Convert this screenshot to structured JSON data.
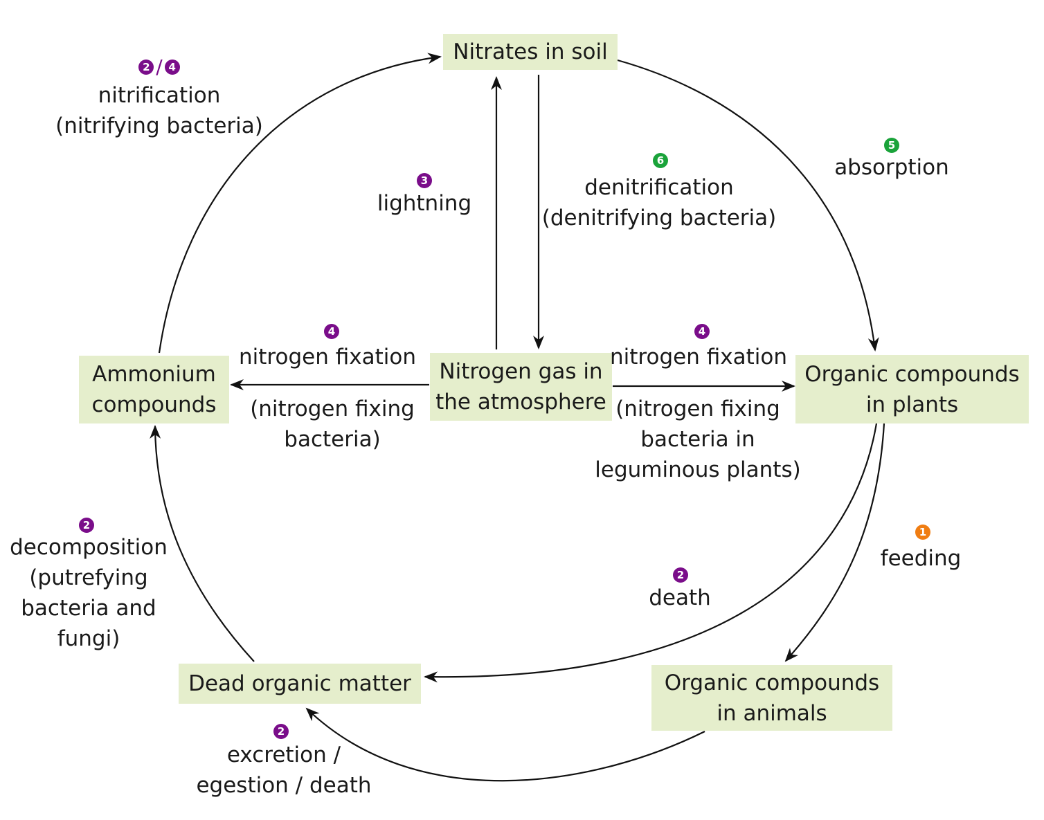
{
  "nodes": {
    "nitrates_soil": "Nitrates in soil",
    "nitrogen_gas": [
      "Nitrogen gas in",
      "the atmosphere"
    ],
    "ammonium": [
      "Ammonium",
      "compounds"
    ],
    "organic_plants": [
      "Organic compounds",
      "in plants"
    ],
    "organic_animals": [
      "Organic compounds",
      "in animals"
    ],
    "dead_matter": "Dead organic matter"
  },
  "processes": {
    "nitrification": {
      "badges": [
        "2",
        "4"
      ],
      "separator": "/",
      "lines": [
        "nitrification",
        "(nitrifying bacteria)"
      ]
    },
    "lightning": {
      "badge": "3",
      "lines": [
        "lightning"
      ]
    },
    "denitrification": {
      "badge": "6",
      "lines": [
        "denitrification",
        "(denitrifying bacteria)"
      ]
    },
    "absorption": {
      "badge": "5",
      "lines": [
        "absorption"
      ]
    },
    "fixation_left": {
      "badge": "4",
      "lines": [
        "nitrogen fixation"
      ],
      "sub": [
        "(nitrogen fixing",
        "bacteria)"
      ]
    },
    "fixation_right": {
      "badge": "4",
      "lines": [
        "nitrogen fixation"
      ],
      "sub": [
        "(nitrogen fixing",
        "bacteria in",
        "leguminous plants)"
      ]
    },
    "decomposition": {
      "badge": "2",
      "lines": [
        "decomposition",
        "(putrefying",
        "bacteria and",
        "fungi)"
      ]
    },
    "death": {
      "badge": "2",
      "lines": [
        "death"
      ]
    },
    "feeding": {
      "badge": "1",
      "lines": [
        "feeding"
      ]
    },
    "excretion": {
      "badge": "2",
      "lines": [
        "excretion /",
        "egestion / death"
      ]
    }
  },
  "colors": {
    "box_fill": "#e5eecc",
    "badge_purple": "#7a0d8a",
    "badge_green": "#1aa33a",
    "badge_orange": "#f07d12",
    "arrow": "#111111"
  }
}
